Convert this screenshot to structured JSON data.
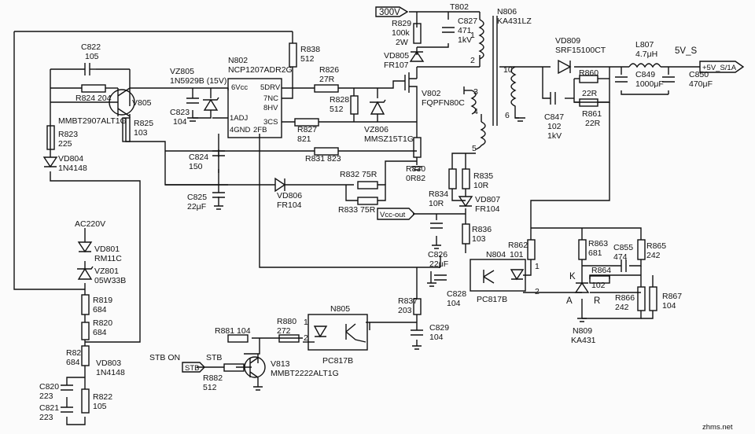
{
  "labels": {
    "v300": "300V",
    "t802": "T802",
    "n806": "N806",
    "n806_part": "KA431LZ",
    "c827": "C827",
    "c827_v": "471",
    "c827_kv": "1kV",
    "r829": "R829",
    "r829_v": "100k",
    "r829_w": "2W",
    "vd805": "VD805",
    "vd805_part": "FR107",
    "c822": "C822",
    "c822_v": "105",
    "r838": "R838",
    "r838_v": "512",
    "n802": "N802",
    "n802_part": "NCP1207ADR2G",
    "vz805": "VZ805",
    "vz805_part": "1N5929B (15V)",
    "r824": "R824 204",
    "v805": "V805",
    "pin6": "6Vcc",
    "pin5": "5DRV",
    "pin7": "7NC",
    "pin8": "8HV",
    "pin1": "1ADJ",
    "pin3": "3CS",
    "pin4": "4GND",
    "pin2": "2FB",
    "r826": "R826",
    "r826_v": "27R",
    "r828": "R828",
    "r828_v": "512",
    "c823": "C823",
    "c823_v": "104",
    "v805_part": "MMBT2907ALT1G",
    "r825": "R825",
    "r825_v": "103",
    "r827": "R827",
    "r827_v": "821",
    "vz806": "VZ806",
    "vz806_part": "MMSZ15T1G",
    "v802": "V802",
    "v802_part": "FQPFN80C",
    "r823": "R823",
    "r823_v": "225",
    "c824": "C824",
    "c824_v": "150",
    "r831": "R831 823",
    "vd804": "VD804",
    "vd804_part": "1N4148",
    "r830": "R830",
    "r830_v": "0R82",
    "vd809": "VD809",
    "vd809_part": "SRF15100CT",
    "l807": "L807",
    "l807_v": "4.7μH",
    "v5s": "5V_S",
    "out": "+5V_S/1A",
    "r860": "R860",
    "r860_v": "22R",
    "c849": "C849",
    "c849_v": "1000μF",
    "c850": "C850",
    "c850_v": "470μF",
    "c847": "C847",
    "c847_v": "102",
    "c847_kv": "1kV",
    "r861": "R861",
    "r861_v": "22R",
    "r832": "R832 75R",
    "r833": "R833 75R",
    "vd806": "VD806",
    "vd806_part": "FR104",
    "c825": "C825",
    "c825_v": "22μF",
    "r835": "R835",
    "r835_v": "10R",
    "r834": "R834",
    "r834_v": "10R",
    "vd807": "VD807",
    "vd807_part": "FR104",
    "vcc_out": "Vcc-out",
    "r836": "R836",
    "r836_v": "103",
    "ac220": "AC220V",
    "vd801": "VD801",
    "vd801_part": "RM11C",
    "vz801": "VZ801",
    "vz801_part": "05W33B",
    "c826": "C826",
    "c826_v": "22μF",
    "r862": "R862",
    "r862_v": "101",
    "n804": "N804",
    "r863": "R863",
    "r863_v": "681",
    "c855": "C855",
    "c855_v": "474",
    "r865": "R865",
    "r865_v": "242",
    "r819": "R819",
    "r819_v": "684",
    "c828": "C828",
    "c828_v": "104",
    "pc817b_a": "PC817B",
    "k": "K",
    "r864": "R864",
    "r864_v": "102",
    "a": "A",
    "r": "R",
    "r866": "R866",
    "r866_v": "242",
    "r867": "R867",
    "r867_v": "104",
    "r820": "R820",
    "r820_v": "684",
    "r837": "R837",
    "r837_v": "203",
    "r881": "R881 104",
    "r880": "R880",
    "r880_v": "272",
    "n805": "N805",
    "c829": "C829",
    "c829_v": "104",
    "n809": "N809",
    "n809_part": "KA431",
    "r82": "R82",
    "r82_v": "684",
    "vd803": "VD803",
    "vd803_part": "1N4148",
    "pc817b_b": "PC817B",
    "stb_on": "STB ON",
    "stb": "STB",
    "stb_tag": "STB",
    "r882": "R882",
    "r882_v": "512",
    "v813": "V813",
    "v813_part": "MMBT2222ALT1G",
    "c820": "C820",
    "c820_v": "223",
    "c821": "C821",
    "c821_v": "223",
    "r822": "R822",
    "r822_v": "105",
    "wm": "zhms.net",
    "p1": "1",
    "p2": "2",
    "p3": "3",
    "p4": "4",
    "p5": "5",
    "p6": "6",
    "p10": "10",
    "n804_p1": "1",
    "n804_p2": "2",
    "n805_p1": "1",
    "n805_p2": "2"
  }
}
